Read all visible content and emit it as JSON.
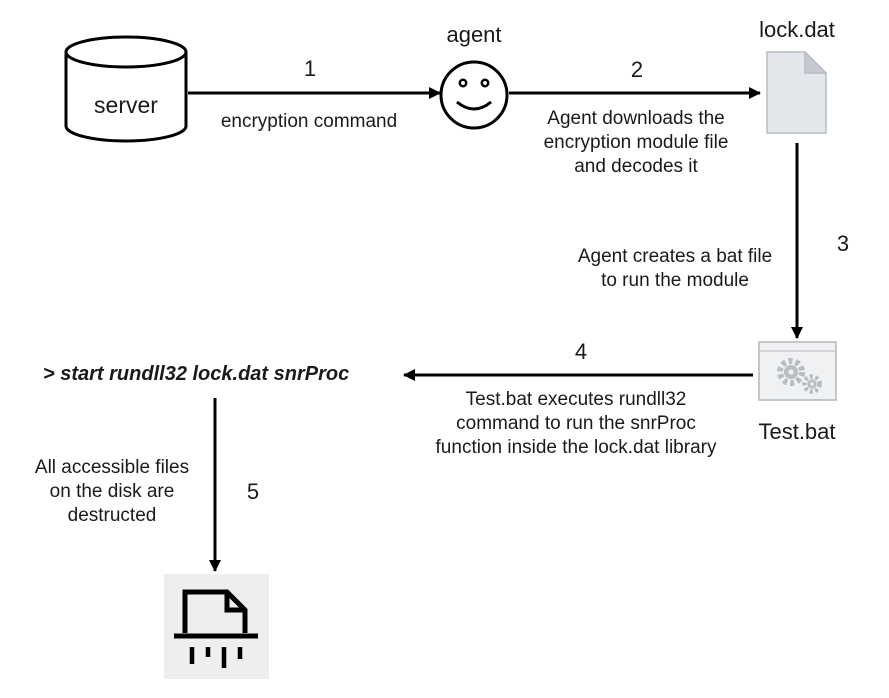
{
  "nodes": {
    "server": "server",
    "agent": "agent",
    "lock_dat": "lock.dat",
    "test_bat": "Test.bat",
    "command": "> start rundll32 lock.dat snrProc"
  },
  "steps": [
    {
      "number": "1",
      "lines": [
        "encryption command"
      ]
    },
    {
      "number": "2",
      "lines": [
        "Agent downloads the",
        "encryption module file",
        "and decodes it"
      ]
    },
    {
      "number": "3",
      "lines": [
        "Agent creates a bat file",
        "to run the module"
      ]
    },
    {
      "number": "4",
      "lines": [
        "Test.bat executes rundll32",
        "command to run the snrProc",
        "function inside the lock.dat library"
      ]
    },
    {
      "number": "5",
      "lines": [
        "All accessible files",
        "on the disk are",
        "destructed"
      ]
    }
  ],
  "icons": {
    "server": "database-cylinder-icon",
    "agent": "smiley-face-icon",
    "lock_dat": "document-file-icon",
    "test_bat": "gears-batch-file-icon",
    "destroyed": "file-shredder-icon"
  },
  "colors": {
    "line": "#000000",
    "file_fill": "#e3e6ea",
    "file_fold": "#c5c9cf",
    "bat_fill": "#f0f1f3",
    "gear": "#b9bcc0",
    "shredder_bg": "#eeeeee"
  }
}
